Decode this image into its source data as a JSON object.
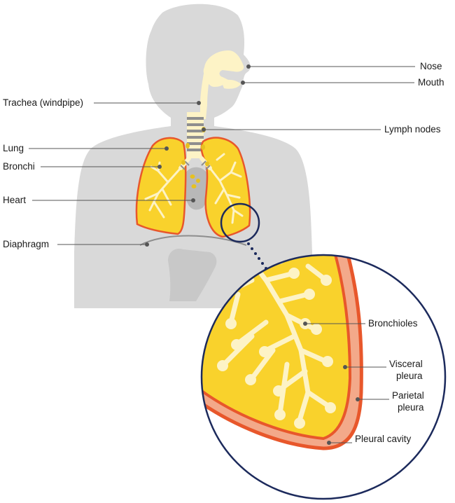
{
  "labels": {
    "nose": "Nose",
    "mouth": "Mouth",
    "trachea": "Trachea (windpipe)",
    "lymph_nodes": "Lymph nodes",
    "lung": "Lung",
    "bronchi": "Bronchi",
    "heart": "Heart",
    "diaphragm": "Diaphragm",
    "bronchioles": "Bronchioles",
    "visceral_pleura_1": "Visceral",
    "visceral_pleura_2": "pleura",
    "parietal_pleura_1": "Parietal",
    "parietal_pleura_2": "pleura",
    "pleural_cavity": "Pleural cavity"
  },
  "colors": {
    "body": "#d9d9d9",
    "airway": "#fdf3c6",
    "lung_fill": "#f9d22c",
    "lung_outline": "#e8572b",
    "trachea_ring": "#8e8e8e",
    "heart": "#b8b8b8",
    "lymph_node": "#e6c120",
    "pleura_cavity": "#f3a98a",
    "zoom_ring": "#1c2a5c",
    "leader": "#555555"
  }
}
